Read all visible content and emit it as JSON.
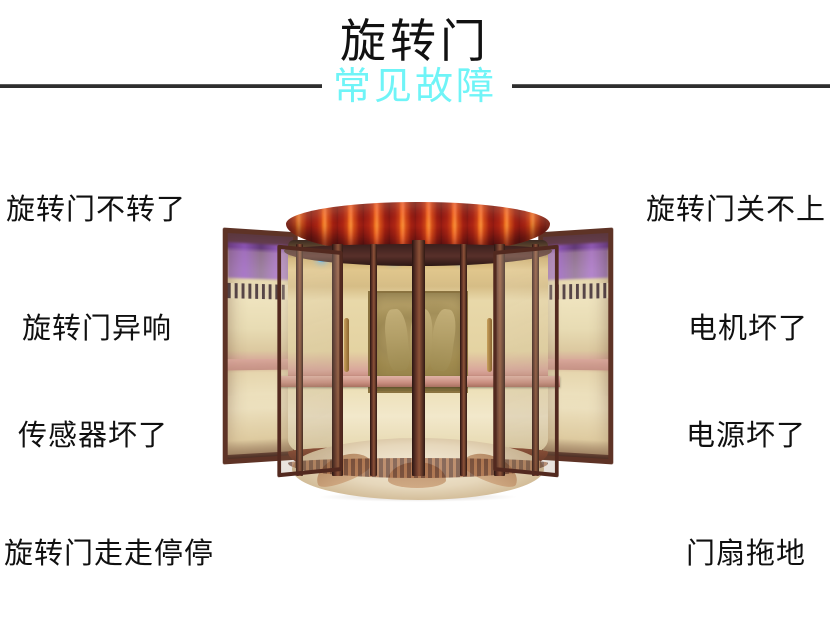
{
  "header": {
    "title": "旋转门",
    "subtitle": "常见故障",
    "subtitle_color": "#6ff4f7",
    "title_color": "#111111",
    "rule_color": "#2e2e2e"
  },
  "faults": {
    "left": [
      {
        "id": "door-not-rotating",
        "label": "旋转门不转了"
      },
      {
        "id": "abnormal-noise",
        "label": "旋转门异响"
      },
      {
        "id": "sensor-broken",
        "label": "传感器坏了"
      },
      {
        "id": "start-stop",
        "label": "旋转门走走停停"
      }
    ],
    "right": [
      {
        "id": "door-wont-close",
        "label": "旋转门关不上"
      },
      {
        "id": "motor-broken",
        "label": "电机坏了"
      },
      {
        "id": "power-broken",
        "label": "电源坏了"
      },
      {
        "id": "leaf-dragging",
        "label": "门扇拖地"
      }
    ]
  },
  "figure": {
    "name": "revolving-door-photo",
    "description": "豪华铜色旋转门",
    "palette": {
      "canopy_bronze": "#8c3b34",
      "frame_brown": "#52291f",
      "glass_gold": "#e8d8a9",
      "push_rail_rose": "#c98e80",
      "lobby_purple": "#8a5ad2",
      "floor_marble": "#e6d7bb"
    }
  }
}
